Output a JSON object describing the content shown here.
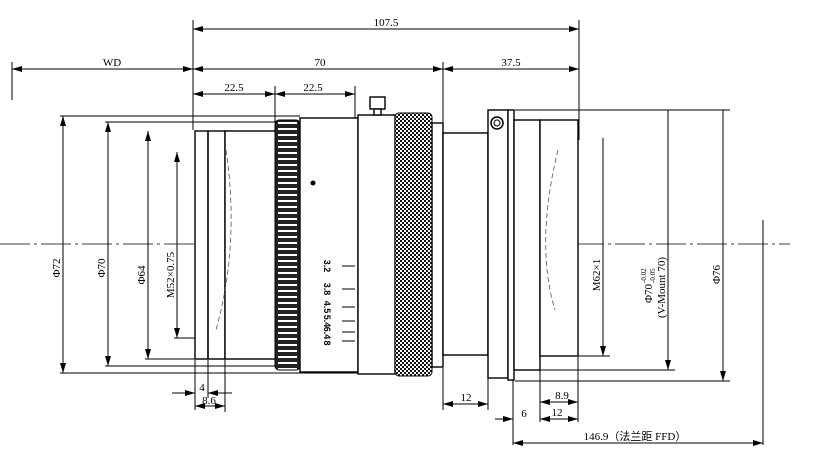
{
  "drawing": {
    "dimensions": {
      "overall_length": "107.5",
      "working_distance": "WD",
      "body_length": "70",
      "back_length": "37.5",
      "segment_1": "22.5",
      "segment_2": "22.5",
      "front_step_4": "4",
      "front_step_8_6": "8.6",
      "tube_12": "12",
      "mount_6": "6",
      "mount_12": "12",
      "mount_8_9": "8.9",
      "flange_focal_distance": "146.9（法兰距 FFD）"
    },
    "diameters": {
      "d72": "Φ72",
      "d70": "Φ70",
      "d64": "Φ64",
      "filter_thread": "M52×0.75",
      "rear_thread": "M62×1",
      "mount_diameter": "Φ70",
      "mount_tol_upper": "-0.02",
      "mount_tol_lower": "-0.05",
      "mount_name": "(V-Mount 70)",
      "d76": "Φ76"
    },
    "aperture_scale": [
      "3.2",
      "3.8",
      "4.5",
      "5.4",
      "6.4",
      "8"
    ]
  }
}
